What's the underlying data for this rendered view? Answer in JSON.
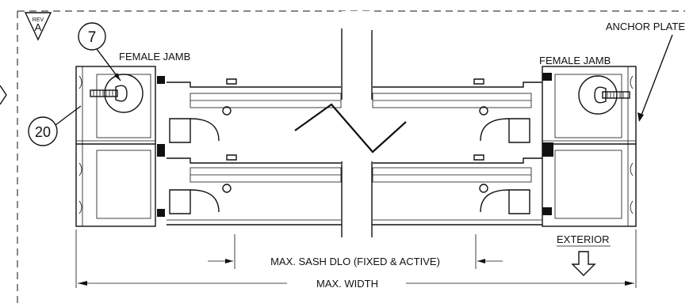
{
  "revision": {
    "label": "REV",
    "letter": "A"
  },
  "callouts": [
    {
      "number": "7"
    },
    {
      "number": "20"
    }
  ],
  "labels": {
    "female_jamb_left": "FEMALE JAMB",
    "female_jamb_right": "FEMALE JAMB",
    "anchor_plate": "ANCHOR PLATE",
    "exterior": "EXTERIOR",
    "sash_dlo": "MAX. SASH DLO (FIXED & ACTIVE)",
    "max_width": "MAX. WIDTH"
  }
}
